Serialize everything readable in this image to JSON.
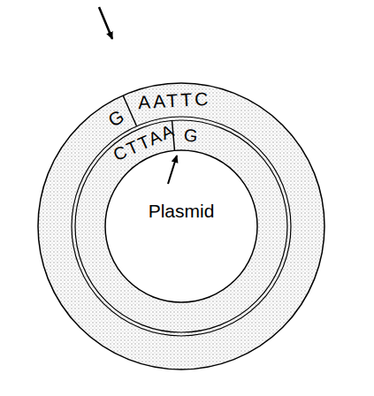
{
  "diagram": {
    "labels": [
      "G",
      "AATTC",
      "CTTAA",
      "G",
      "Plasmid"
    ]
  }
}
